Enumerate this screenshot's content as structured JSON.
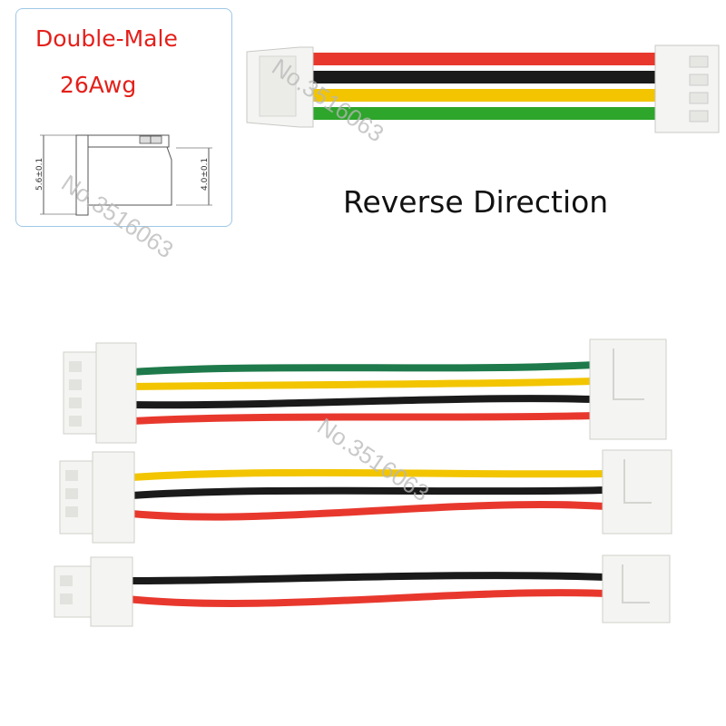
{
  "spec": {
    "type_label": "Double-Male",
    "gauge_label": "26Awg",
    "height_dim": "5.6±0.1",
    "inner_dim": "4.0±0.1"
  },
  "heading": "Reverse Direction",
  "watermark": "No.3516063",
  "colors": {
    "red": "#e8382d",
    "black": "#1a1a1a",
    "yellow": "#f2c500",
    "green": "#1e7a4a",
    "bright_green": "#2ea52b",
    "connector": "#f4f4f2",
    "label_red": "#e3201b",
    "box_border": "#9fc8e6"
  },
  "cables": [
    {
      "id": "flat-4pin",
      "wires": [
        "red",
        "black",
        "yellow",
        "bright_green"
      ]
    },
    {
      "id": "4pin",
      "wires": [
        "green",
        "yellow",
        "black",
        "red"
      ]
    },
    {
      "id": "3pin",
      "wires": [
        "yellow",
        "black",
        "red"
      ]
    },
    {
      "id": "2pin",
      "wires": [
        "black",
        "red"
      ]
    }
  ]
}
